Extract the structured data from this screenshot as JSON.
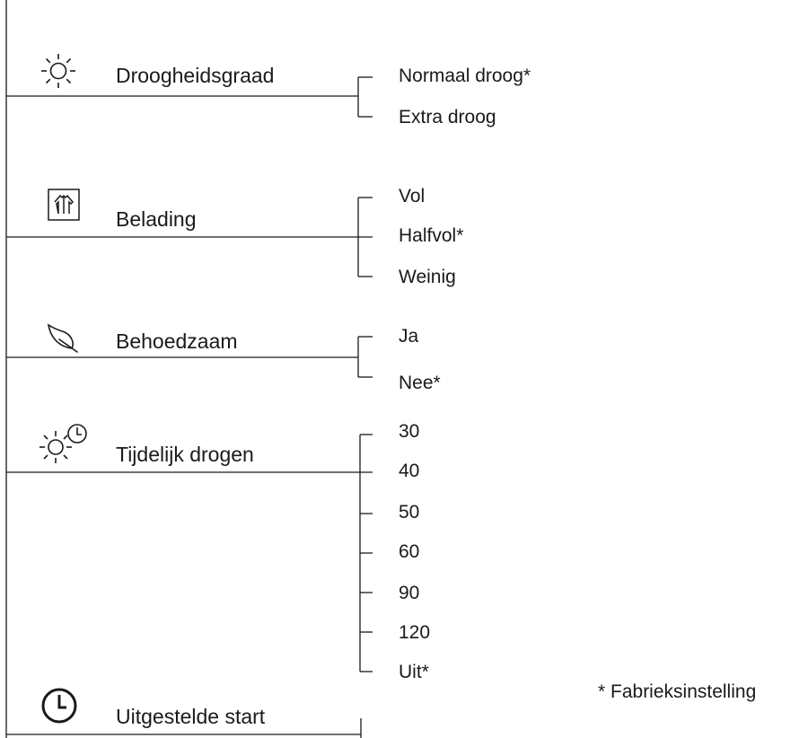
{
  "settings": [
    {
      "icon": "sun-icon",
      "label": "Droogheidsgraad",
      "options": [
        "Normaal droog*",
        "Extra droog"
      ]
    },
    {
      "icon": "shirt-load-icon",
      "label": "Belading",
      "options": [
        "Vol",
        "Halfvol*",
        "Weinig"
      ]
    },
    {
      "icon": "feather-icon",
      "label": "Behoedzaam",
      "options": [
        "Ja",
        "Nee*"
      ]
    },
    {
      "icon": "sun-clock-icon",
      "label": "Tijdelijk drogen",
      "options": [
        "30",
        "40",
        "50",
        "60",
        "90",
        "120",
        "Uit*"
      ]
    },
    {
      "icon": "clock-icon",
      "label": "Uitgestelde start",
      "options": []
    }
  ],
  "footnote": "* Fabrieksinstelling"
}
